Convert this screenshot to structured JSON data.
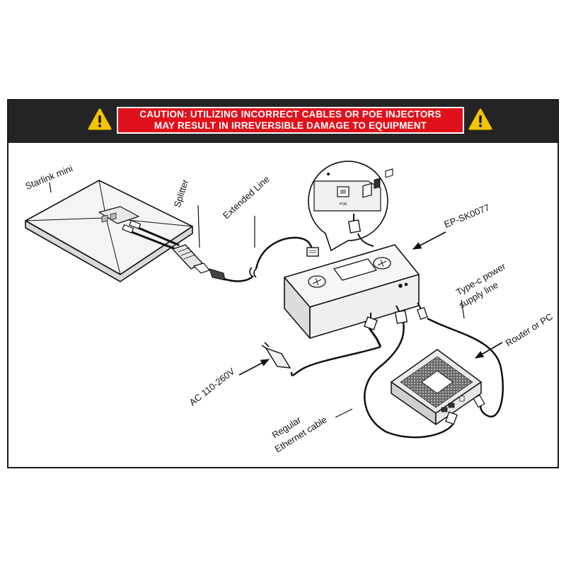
{
  "banner": {
    "caution_line_1": "CAUTION: UTILIZING INCORRECT CABLES OR POE INJECTORS",
    "caution_line_2": "MAY RESULT IN IRREVERSIBLE DAMAGE TO EQUIPMENT",
    "icon": "warning-triangle-icon"
  },
  "labels": {
    "starlink": "Starlink mini",
    "splitter": "Splitter",
    "extended_line": "Extended Line",
    "injector": "EP-SK0077",
    "poe_port": "POE",
    "typec_line_1": "Type-c power",
    "typec_line_2": "supply line",
    "router": "Router or PC",
    "ac": "AC 110-260V",
    "ethernet_line_1": "Regular",
    "ethernet_line_2": "Ethernet cable"
  },
  "colors": {
    "banner_bg": "#242424",
    "caution_red": "#e0111b",
    "warning_yellow": "#f5c400",
    "line": "#111111"
  }
}
